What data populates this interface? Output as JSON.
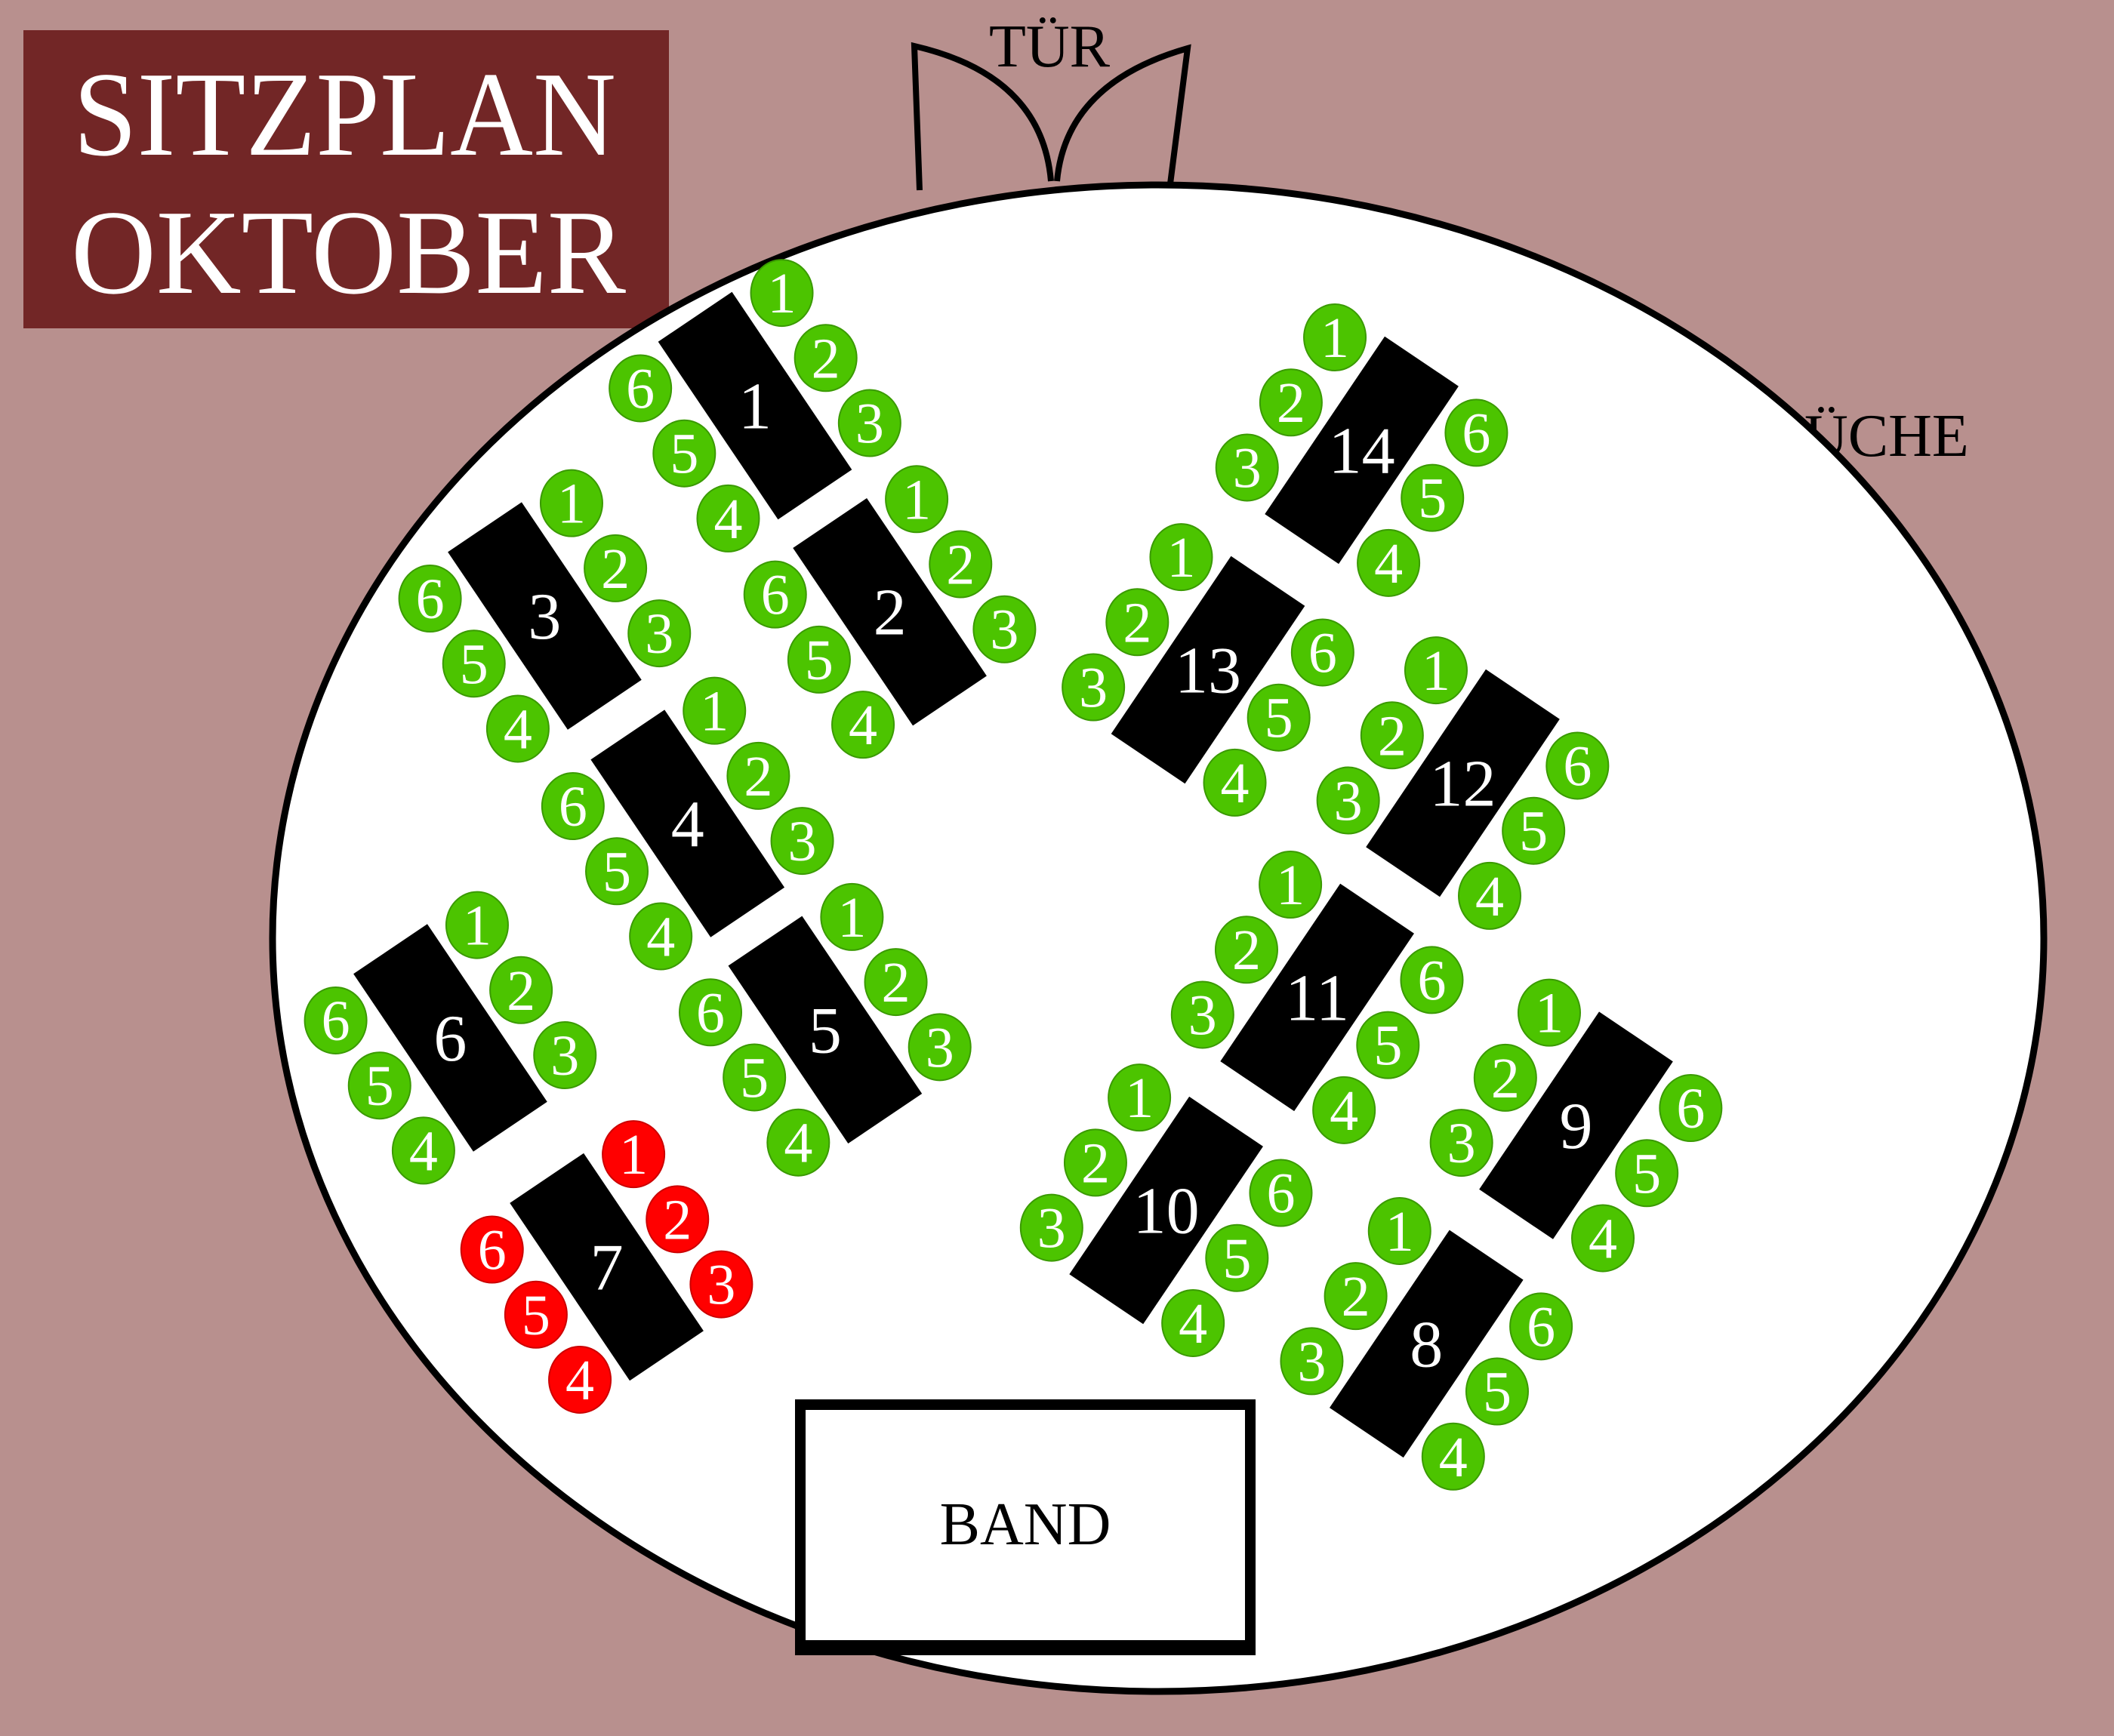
{
  "title": {
    "line1": "SITZPLAN",
    "line2": "OKTOBER"
  },
  "labels": {
    "door": "TÜR",
    "kitchen": "KÜCHE",
    "band": "BAND"
  },
  "colors": {
    "background": "#b8908e",
    "title_box": "#722626",
    "floor": "#ffffff",
    "table": "#000000",
    "seat_free": "#4cc400",
    "seat_taken": "#ff0000"
  },
  "tables": [
    {
      "number": "1",
      "seat_status": "free",
      "seats": [
        "1",
        "2",
        "3",
        "4",
        "5",
        "6"
      ]
    },
    {
      "number": "2",
      "seat_status": "free",
      "seats": [
        "1",
        "2",
        "3",
        "4",
        "5",
        "6"
      ]
    },
    {
      "number": "3",
      "seat_status": "free",
      "seats": [
        "1",
        "2",
        "3",
        "4",
        "5",
        "6"
      ]
    },
    {
      "number": "4",
      "seat_status": "free",
      "seats": [
        "1",
        "2",
        "3",
        "4",
        "5",
        "6"
      ]
    },
    {
      "number": "5",
      "seat_status": "free",
      "seats": [
        "1",
        "2",
        "3",
        "4",
        "5",
        "6"
      ]
    },
    {
      "number": "6",
      "seat_status": "free",
      "seats": [
        "1",
        "2",
        "3",
        "4",
        "5",
        "6"
      ]
    },
    {
      "number": "7",
      "seat_status": "taken",
      "seats": [
        "1",
        "2",
        "3",
        "4",
        "5",
        "6"
      ]
    },
    {
      "number": "8",
      "seat_status": "free",
      "seats": [
        "1",
        "2",
        "3",
        "4",
        "5",
        "6"
      ]
    },
    {
      "number": "9",
      "seat_status": "free",
      "seats": [
        "1",
        "2",
        "3",
        "4",
        "5",
        "6"
      ]
    },
    {
      "number": "10",
      "seat_status": "free",
      "seats": [
        "1",
        "2",
        "3",
        "4",
        "5",
        "6"
      ]
    },
    {
      "number": "11",
      "seat_status": "free",
      "seats": [
        "1",
        "2",
        "3",
        "4",
        "5",
        "6"
      ]
    },
    {
      "number": "12",
      "seat_status": "free",
      "seats": [
        "1",
        "2",
        "3",
        "4",
        "5",
        "6"
      ]
    },
    {
      "number": "13",
      "seat_status": "free",
      "seats": [
        "1",
        "2",
        "3",
        "4",
        "5",
        "6"
      ]
    },
    {
      "number": "14",
      "seat_status": "free",
      "seats": [
        "1",
        "2",
        "3",
        "4",
        "5",
        "6"
      ]
    }
  ]
}
